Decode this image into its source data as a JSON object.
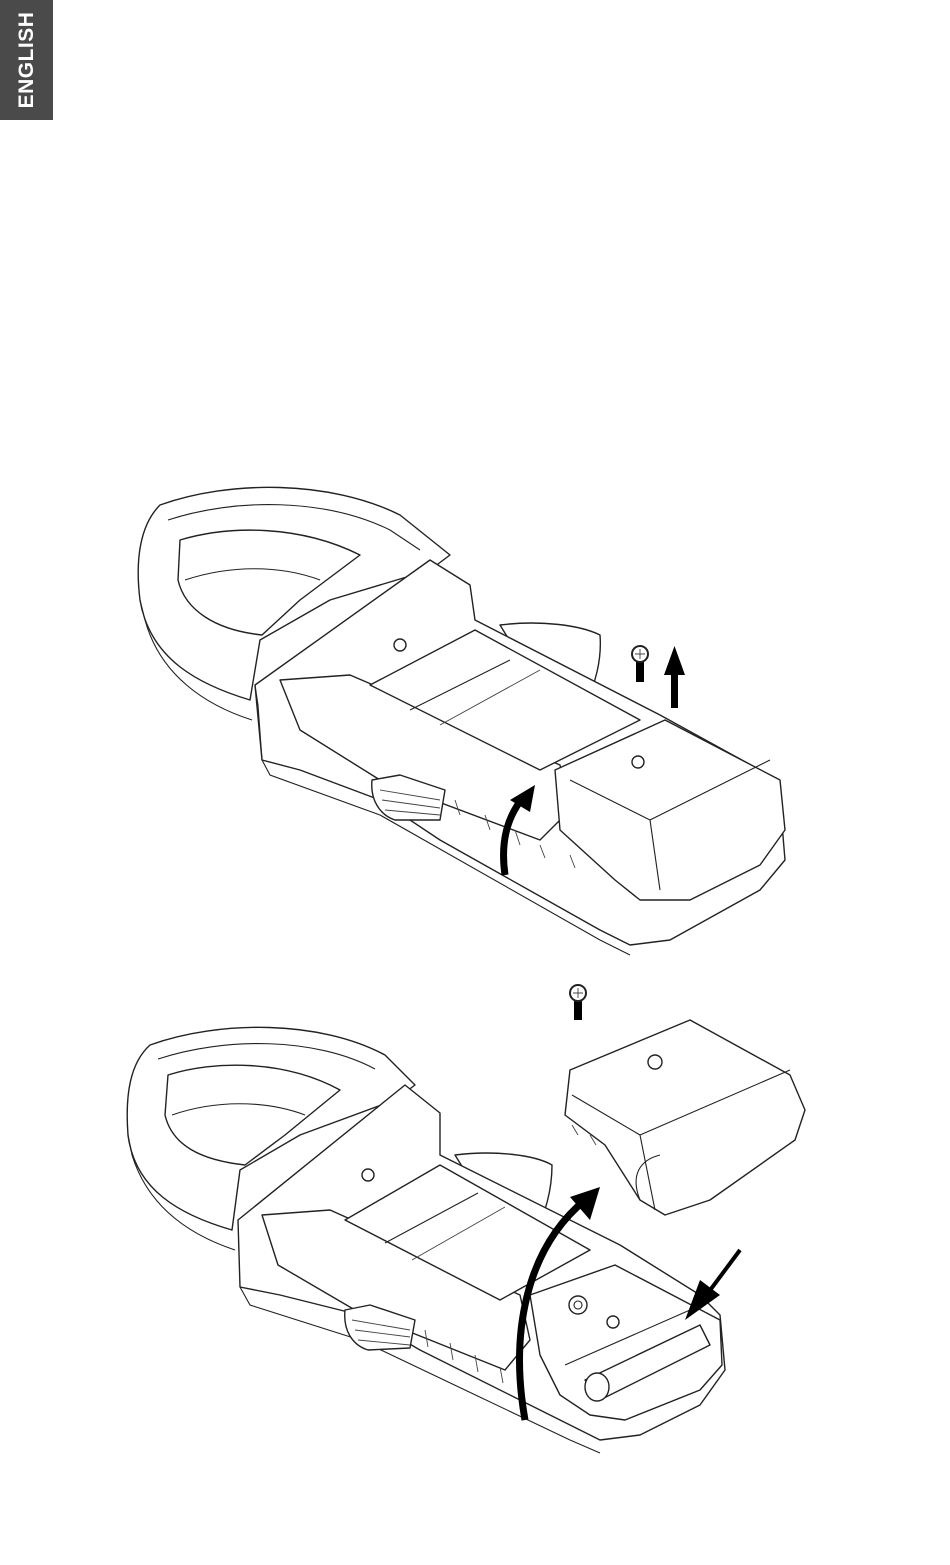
{
  "page": {
    "language_tab": "ENGLISH"
  },
  "figures": [
    {
      "step": "remove-screw-and-lift-cover"
    },
    {
      "step": "cover-removed-battery-compartment-open"
    }
  ],
  "colors": {
    "tab_background": "#4a4a4a",
    "tab_text": "#ffffff",
    "line_art": "#222222",
    "arrow": "#000000"
  }
}
